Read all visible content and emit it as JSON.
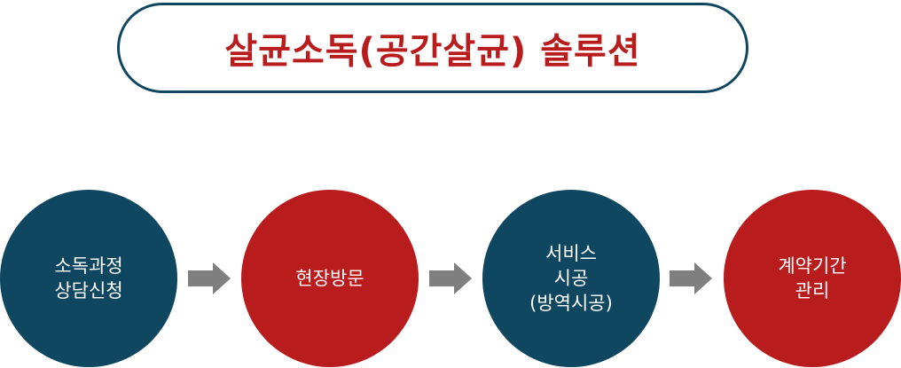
{
  "title": "살균소독(공간살균) 솔루션",
  "colors": {
    "navy": "#0f4660",
    "red": "#b91c1c",
    "arrow": "#7f7f7f"
  },
  "steps": [
    {
      "label": "소독과정\n상담신청",
      "color": "navy"
    },
    {
      "label": "현장방문",
      "color": "red"
    },
    {
      "label": "서비스\n시공\n(방역시공)",
      "color": "navy"
    },
    {
      "label": "계약기간\n관리",
      "color": "red"
    }
  ]
}
